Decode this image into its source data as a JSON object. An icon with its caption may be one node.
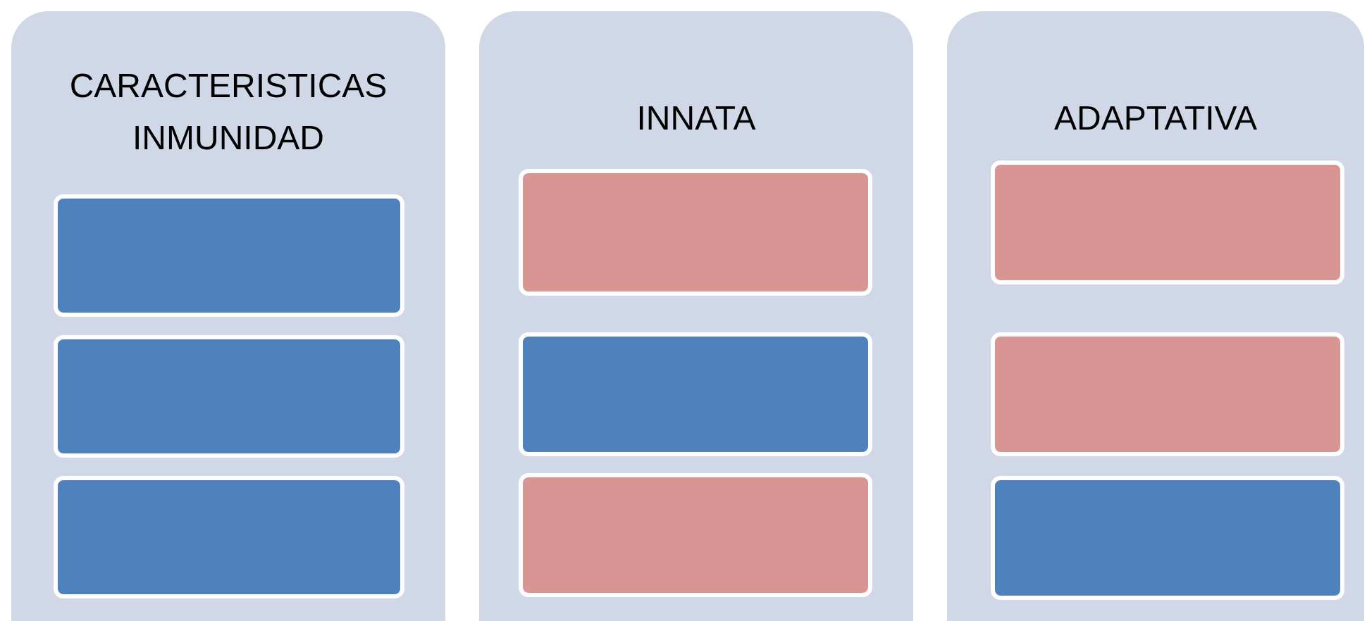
{
  "diagram": {
    "nodes": [
      {
        "text": [
          "CARACTERISTICAS INMUNIDAD"
        ]
      },
      {
        "text": [],
        "shape": "box",
        "in": 0
      },
      {
        "text": [],
        "shape": "box",
        "in": 0
      },
      {
        "text": [],
        "shape": "box",
        "in": 0
      },
      {
        "text": [
          "INNATA"
        ]
      },
      {
        "text": [],
        "shape": "box",
        "in": 4
      },
      {
        "text": [],
        "shape": "box",
        "in": 4
      },
      {
        "text": [],
        "shape": "box",
        "in": 4
      },
      {
        "text": [
          "ADAPTATIVA"
        ]
      },
      {
        "text": [],
        "shape": "box",
        "in": 8
      },
      {
        "text": [],
        "shape": "box",
        "in": 8
      },
      {
        "text": [],
        "shape": "box",
        "in": 8
      }
    ]
  }
}
